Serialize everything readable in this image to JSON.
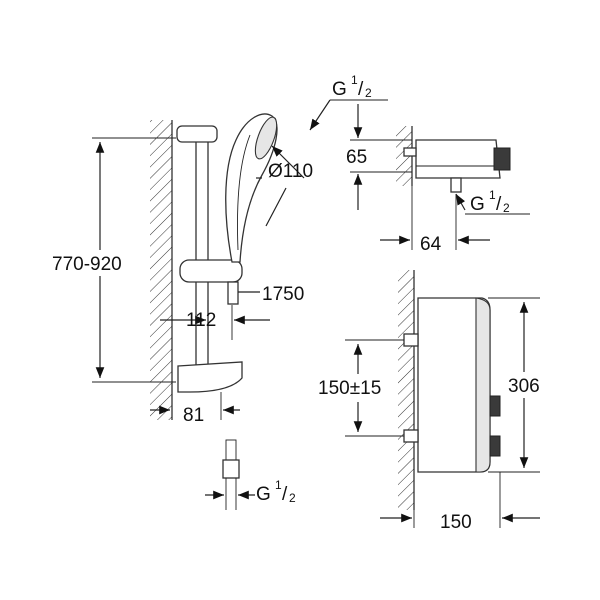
{
  "dimensions": {
    "rail_height": "770-920",
    "head_diameter": "Ø110",
    "hose_length": "1750",
    "rail_offset": "112",
    "bracket_depth": "81",
    "inlet_thread_top": "G",
    "inlet_thread_right": "G",
    "inlet_thread_bottom": "G",
    "thread_fraction_num": "1",
    "thread_fraction_den": "2",
    "inlet_height": "65",
    "outlet_depth": "64",
    "inlet_spacing": "150±15",
    "mixer_height": "306",
    "mixer_width": "150"
  },
  "colors": {
    "line": "#222222",
    "fill": "#e6e6e6",
    "dark": "#3a3a3a"
  }
}
